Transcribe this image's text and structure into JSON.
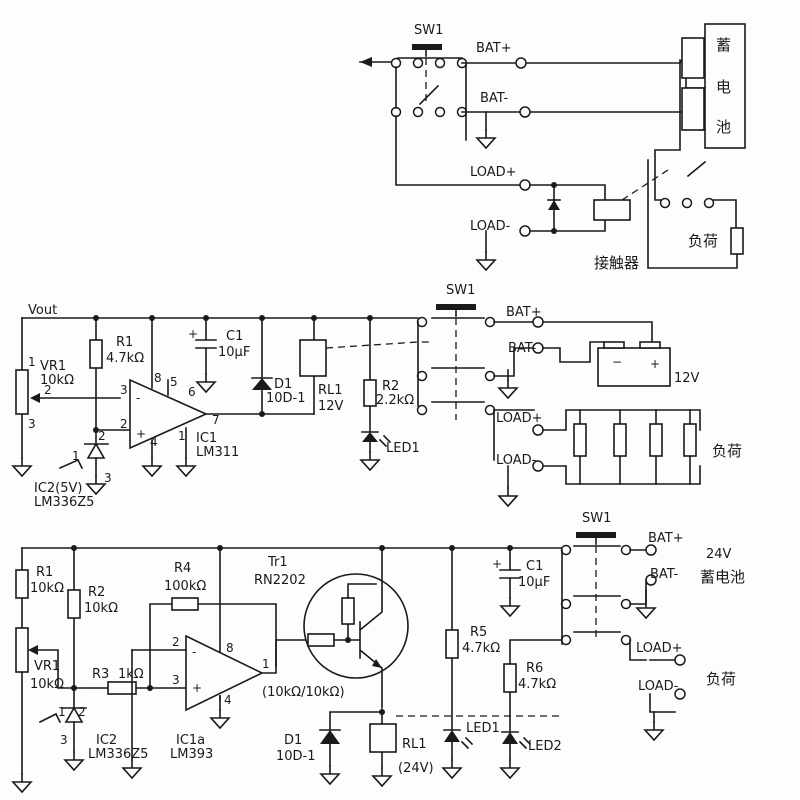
{
  "colors": {
    "ink": "#1a1a1a",
    "paper": "#fdfdfb"
  },
  "top": {
    "sw": "SW1",
    "bat_plus": "BAT+",
    "bat_minus": "BAT-",
    "load_plus": "LOAD+",
    "load_minus": "LOAD-",
    "battery": [
      "蓄",
      "电",
      "池"
    ],
    "load": "负荷",
    "contactor": "接触器"
  },
  "mid": {
    "vout": "Vout",
    "r1": [
      "R1",
      "4.7kΩ"
    ],
    "vr1": [
      "VR1",
      "10kΩ"
    ],
    "c1": [
      "C1",
      "10μF"
    ],
    "d1": [
      "D1",
      "10D-1"
    ],
    "rl1": [
      "RL1",
      "12V"
    ],
    "r2": [
      "R2",
      "2.2kΩ"
    ],
    "led": "LED1",
    "ic1": [
      "IC1",
      "LM311"
    ],
    "ic2": [
      "IC2(5V)",
      "LM336Z5"
    ],
    "pins": {
      "p1": "1",
      "p2": "2",
      "p3": "3",
      "p4": "4",
      "p5": "5",
      "p6": "6",
      "p7": "7",
      "p8": "8",
      "c2": "2",
      "c3": "3",
      "c1": "1",
      "minus": "-",
      "plus": "+"
    },
    "sw": "SW1",
    "bat_plus": "BAT+",
    "bat_minus": "BAT-",
    "load_plus": "LOAD+",
    "load_minus": "LOAD-",
    "battery_v": "12V",
    "load": "负荷"
  },
  "bot": {
    "r1": [
      "R1",
      "10kΩ"
    ],
    "r2": [
      "R2",
      "10kΩ"
    ],
    "r3": [
      "R3",
      "1kΩ"
    ],
    "r4": [
      "R4",
      "100kΩ"
    ],
    "vr1": [
      "VR1",
      "10kΩ"
    ],
    "ic1": [
      "IC1a",
      "LM393"
    ],
    "ic2": [
      "IC2",
      "LM336Z5"
    ],
    "tr": [
      "Tr1",
      "RN2202"
    ],
    "tr_values": "(10kΩ/10kΩ)",
    "d1": [
      "D1",
      "10D-1"
    ],
    "rl1": [
      "RL1",
      "(24V)"
    ],
    "r5": [
      "R5",
      "4.7kΩ"
    ],
    "r6": [
      "R6",
      "4.7kΩ"
    ],
    "c1": [
      "C1",
      "10μF"
    ],
    "led1": "LED1",
    "led2": "LED2",
    "pins": {
      "p1": "1",
      "p2": "2",
      "p3": "3",
      "p4": "4",
      "p8": "8",
      "c1": "1",
      "c2": "2",
      "c3": "3",
      "minus": "-",
      "plus": "+"
    },
    "sw": "SW1",
    "bat_plus": "BAT+",
    "bat_minus": "BAT-",
    "load_plus": "LOAD+",
    "load_minus": "LOAD-",
    "battery": [
      "24V",
      "蓄电池"
    ],
    "load": "负荷"
  }
}
